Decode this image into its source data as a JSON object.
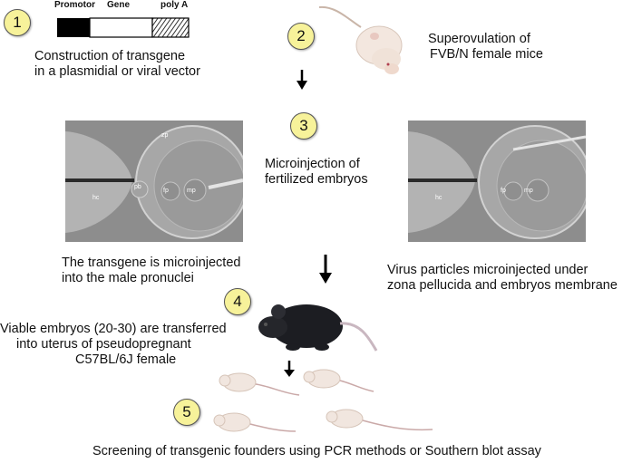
{
  "vector": {
    "promotor": "Promotor",
    "gene": "Gene",
    "polya": "poly A"
  },
  "steps": [
    {
      "num": "1",
      "text": [
        "Construction of transgene",
        "in a plasmidial or viral vector"
      ]
    },
    {
      "num": "2",
      "text": [
        "Superovulation of",
        "FVB/N female mice"
      ]
    },
    {
      "num": "3",
      "text": [
        "Microinjection of",
        "fertilized embryos"
      ]
    },
    {
      "num": "4",
      "text": [
        "Viable embryos (20-30) are transferred",
        "into uterus of pseudopregnant",
        "C57BL/6J female"
      ]
    },
    {
      "num": "5",
      "text": [
        "Screening of transgenic founders using PCR methods or Southern blot assay"
      ]
    }
  ],
  "left_caption": [
    "The transgene is microinjected",
    "into the male pronuclei"
  ],
  "right_caption": [
    "Virus particles microinjected under",
    "zona pellucida and embryos membrane"
  ],
  "micro_labels": {
    "zp": "zp",
    "pb": "pb",
    "hc": "hc",
    "fp": "fp",
    "mp": "mp"
  },
  "colors": {
    "step_badge": "#f7f29a",
    "mouse_white": "#f3e7df",
    "mouse_black": "#1c1d22",
    "micro_bg": "#8a8a8a"
  }
}
